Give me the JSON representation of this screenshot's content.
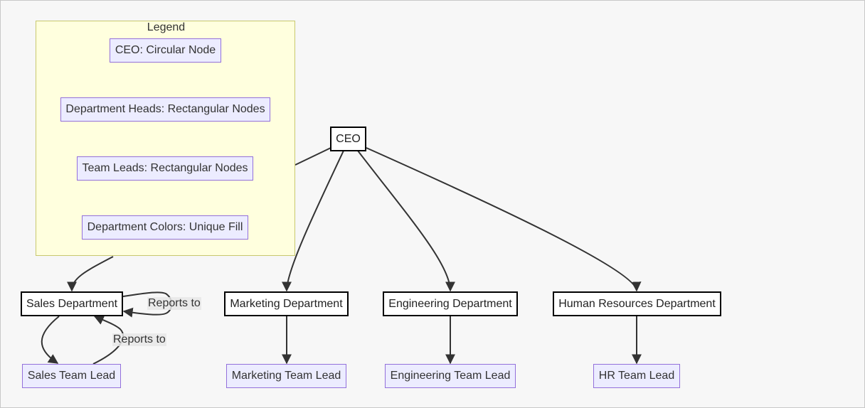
{
  "legend": {
    "title": "Legend",
    "items": [
      "CEO: Circular Node",
      "Department Heads: Rectangular Nodes",
      "Team Leads: Rectangular Nodes",
      "Department Colors: Unique Fill"
    ]
  },
  "ceo": {
    "label": "CEO"
  },
  "departments": [
    {
      "label": "Sales Department",
      "lead": "Sales Team Lead"
    },
    {
      "label": "Marketing Department",
      "lead": "Marketing Team Lead"
    },
    {
      "label": "Engineering Department",
      "lead": "Engineering Team Lead"
    },
    {
      "label": "Human Resources Department",
      "lead": "HR Team Lead"
    }
  ],
  "edge_labels": {
    "self_loop": "Reports to",
    "lead_to_sales": "Reports to"
  },
  "colors": {
    "legend_fill": "#ffffde",
    "legend_border": "#c8c86e",
    "node_fill": "#ececff",
    "node_border": "#9370db",
    "edge": "#333333"
  }
}
